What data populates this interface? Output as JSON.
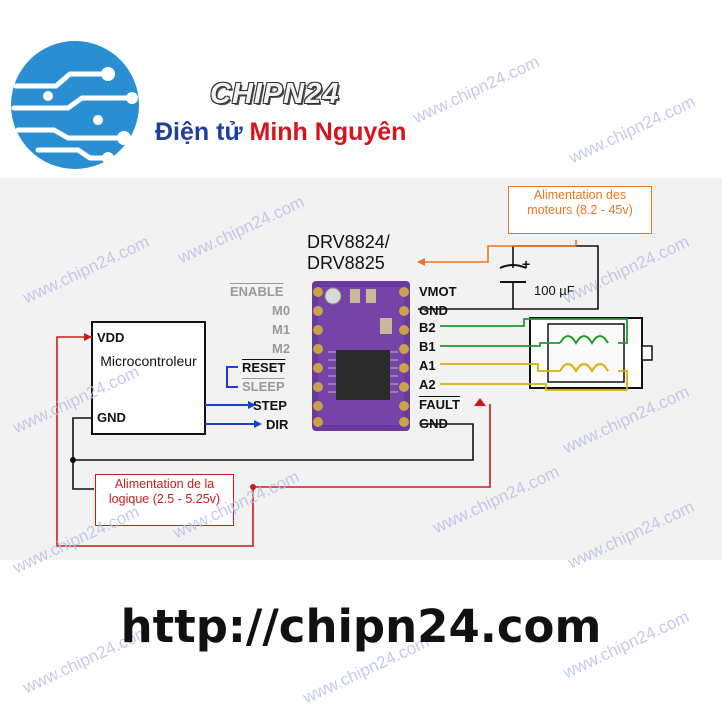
{
  "header": {
    "brand": "CHIPN24",
    "tagline_part1": "Điện tử",
    "tagline_part2": "Minh Nguyên"
  },
  "diagram": {
    "chip_name_line1": "DRV8824/",
    "chip_name_line2": "DRV8825",
    "left_pins": [
      "ENABLE",
      "M0",
      "M1",
      "M2",
      "RESET",
      "SLEEP",
      "STEP",
      "DIR"
    ],
    "right_pins": [
      "VMOT",
      "GND",
      "B2",
      "B1",
      "A1",
      "A2",
      "FAULT",
      "GND"
    ],
    "mcu": {
      "vdd": "VDD",
      "name": "Microcontroleur",
      "gnd": "GND"
    },
    "capacitor_label": "100 µF",
    "capacitor_plus": "+",
    "motor_supply_note": "Alimentation des moteurs (8.2 - 45v)",
    "logic_supply_note": "Alimentation de la logique (2.5 - 5.25v)",
    "colors": {
      "supply": "#e87722",
      "logic": "#cc1a1a",
      "signal": "#1a3fd1",
      "coil_b": "#1c9c2a",
      "coil_a": "#d4b000",
      "board": "#6b3a9e"
    }
  },
  "footer": {
    "url": "http://chipn24.com"
  },
  "watermark": "www.chipn24.com"
}
